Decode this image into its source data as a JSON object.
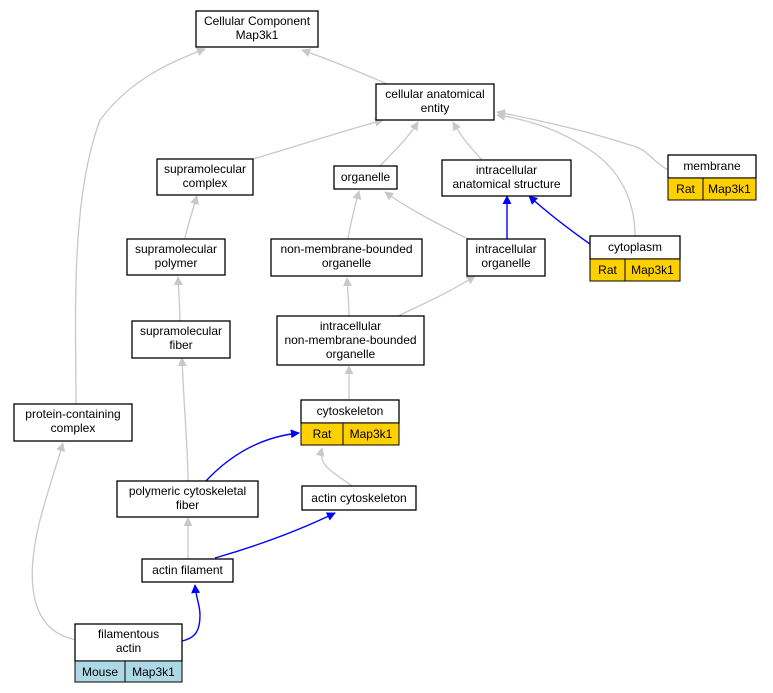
{
  "colors": {
    "rat": "#ffd000",
    "mouse": "#add8e6",
    "is_a_edge": "#c8c8c8",
    "part_of_edge": "#0000ff"
  },
  "nodes": {
    "root": {
      "lines": [
        "Cellular Component",
        "Map3k1"
      ]
    },
    "cae": {
      "lines": [
        "cellular anatomical",
        "entity"
      ]
    },
    "smc": {
      "lines": [
        "supramolecular",
        "complex"
      ]
    },
    "organelle": {
      "lines": [
        "organelle"
      ]
    },
    "ias": {
      "lines": [
        "intracellular",
        "anatomical structure"
      ]
    },
    "membrane": {
      "lines": [
        "membrane"
      ],
      "annotation": {
        "species": "Rat",
        "gene": "Map3k1"
      }
    },
    "smp": {
      "lines": [
        "supramolecular",
        "polymer"
      ]
    },
    "nmbo": {
      "lines": [
        "non-membrane-bounded",
        "organelle"
      ]
    },
    "io": {
      "lines": [
        "intracellular",
        "organelle"
      ]
    },
    "cytoplasm": {
      "lines": [
        "cytoplasm"
      ],
      "annotation": {
        "species": "Rat",
        "gene": "Map3k1"
      }
    },
    "smf": {
      "lines": [
        "supramolecular",
        "fiber"
      ]
    },
    "inmbo": {
      "lines": [
        "intracellular",
        "non-membrane-bounded",
        "organelle"
      ]
    },
    "pcc": {
      "lines": [
        "protein-containing",
        "complex"
      ]
    },
    "cytoskeleton": {
      "lines": [
        "cytoskeleton"
      ],
      "annotation": {
        "species": "Rat",
        "gene": "Map3k1"
      }
    },
    "pcf": {
      "lines": [
        "polymeric cytoskeletal",
        "fiber"
      ]
    },
    "acs": {
      "lines": [
        "actin cytoskeleton"
      ]
    },
    "af": {
      "lines": [
        "actin filament"
      ]
    },
    "fa": {
      "lines": [
        "filamentous",
        "actin"
      ],
      "annotation": {
        "species": "Mouse",
        "gene": "Map3k1"
      }
    }
  }
}
